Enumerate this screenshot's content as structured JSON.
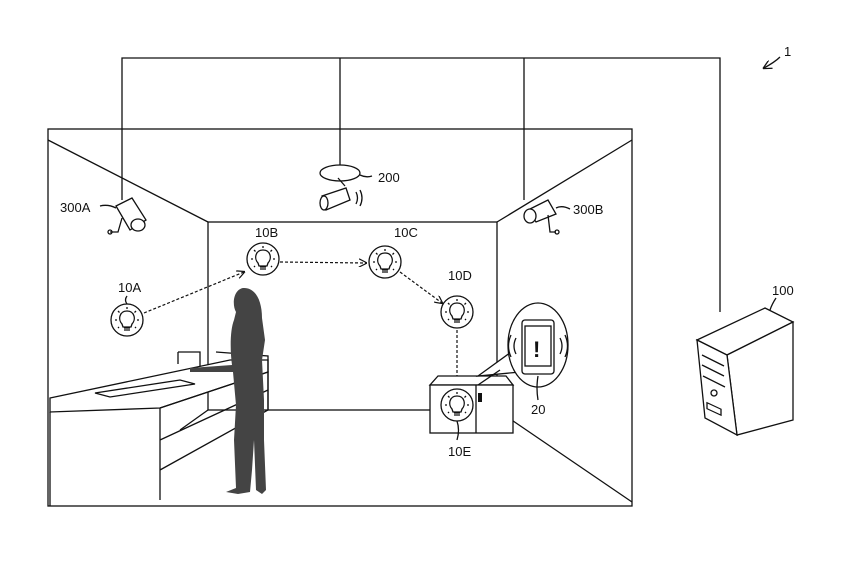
{
  "figure": {
    "system_label": "1",
    "server_label": "100",
    "projector_label": "200",
    "camera_left_label": "300A",
    "camera_right_label": "300B",
    "lights": [
      {
        "label": "10A"
      },
      {
        "label": "10B"
      },
      {
        "label": "10C"
      },
      {
        "label": "10D"
      },
      {
        "label": "10E"
      }
    ],
    "phone_label": "20",
    "phone_alert": "!"
  }
}
